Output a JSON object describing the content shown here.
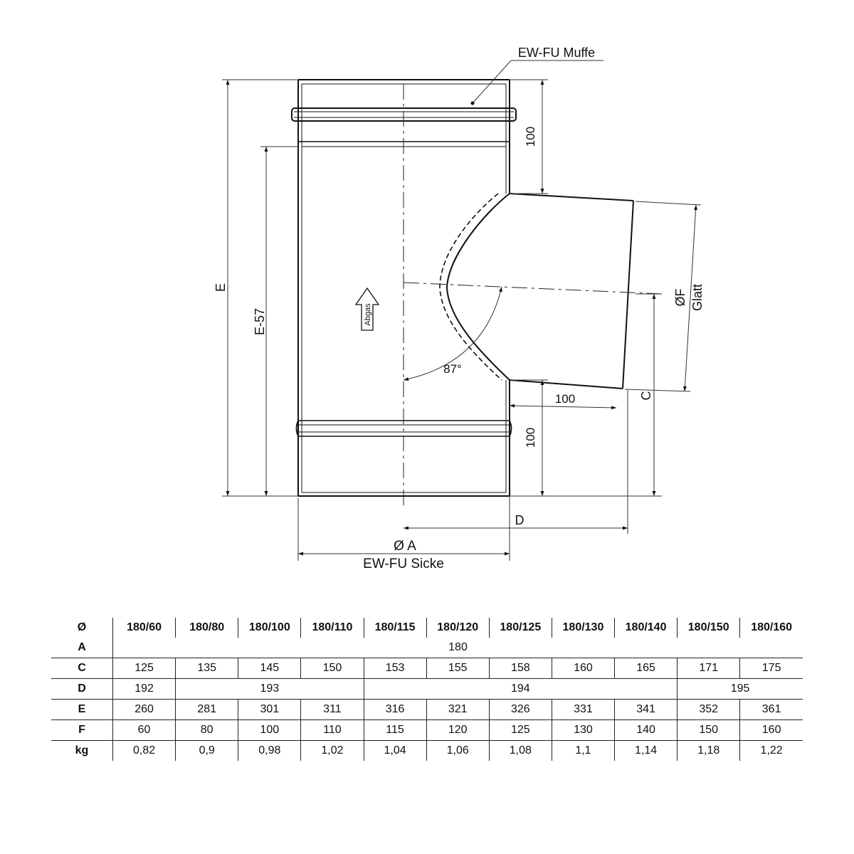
{
  "drawing": {
    "muffe_label": "EW-FU Muffe",
    "sicke_label": "EW-FU Sicke",
    "dim_a_label": "Ø A",
    "dim_f_label": "ØF",
    "glatt_label": "Glatt",
    "dim_e_label": "E",
    "dim_e57_label": "E-57",
    "dim_c_label": "C",
    "dim_d_label": "D",
    "dim_100_top": "100",
    "dim_100_bottom": "100",
    "dim_100_horizontal": "100",
    "angle_label": "87°",
    "flow_label": "Abgas"
  },
  "table": {
    "header": [
      "Ø",
      "180/60",
      "180/80",
      "180/100",
      "180/110",
      "180/115",
      "180/120",
      "180/125",
      "180/130",
      "180/140",
      "180/150",
      "180/160"
    ],
    "rows": [
      {
        "label": "A",
        "cells": [
          {
            "v": "180",
            "span": 11
          }
        ]
      },
      {
        "label": "C",
        "cells": [
          {
            "v": "125"
          },
          {
            "v": "135"
          },
          {
            "v": "145"
          },
          {
            "v": "150"
          },
          {
            "v": "153"
          },
          {
            "v": "155"
          },
          {
            "v": "158"
          },
          {
            "v": "160"
          },
          {
            "v": "165"
          },
          {
            "v": "171"
          },
          {
            "v": "175"
          }
        ]
      },
      {
        "label": "D",
        "cells": [
          {
            "v": "192"
          },
          {
            "v": "193",
            "span": 3
          },
          {
            "v": "194",
            "span": 5
          },
          {
            "v": "195",
            "span": 2
          }
        ]
      },
      {
        "label": "E",
        "cells": [
          {
            "v": "260"
          },
          {
            "v": "281"
          },
          {
            "v": "301"
          },
          {
            "v": "311"
          },
          {
            "v": "316"
          },
          {
            "v": "321"
          },
          {
            "v": "326"
          },
          {
            "v": "331"
          },
          {
            "v": "341"
          },
          {
            "v": "352"
          },
          {
            "v": "361"
          }
        ]
      },
      {
        "label": "F",
        "cells": [
          {
            "v": "60"
          },
          {
            "v": "80"
          },
          {
            "v": "100"
          },
          {
            "v": "110"
          },
          {
            "v": "115"
          },
          {
            "v": "120"
          },
          {
            "v": "125"
          },
          {
            "v": "130"
          },
          {
            "v": "140"
          },
          {
            "v": "150"
          },
          {
            "v": "160"
          }
        ]
      },
      {
        "label": "kg",
        "cells": [
          {
            "v": "0,82"
          },
          {
            "v": "0,9"
          },
          {
            "v": "0,98"
          },
          {
            "v": "1,02"
          },
          {
            "v": "1,04"
          },
          {
            "v": "1,06"
          },
          {
            "v": "1,08"
          },
          {
            "v": "1,1"
          },
          {
            "v": "1,14"
          },
          {
            "v": "1,18"
          },
          {
            "v": "1,22"
          }
        ]
      }
    ]
  }
}
